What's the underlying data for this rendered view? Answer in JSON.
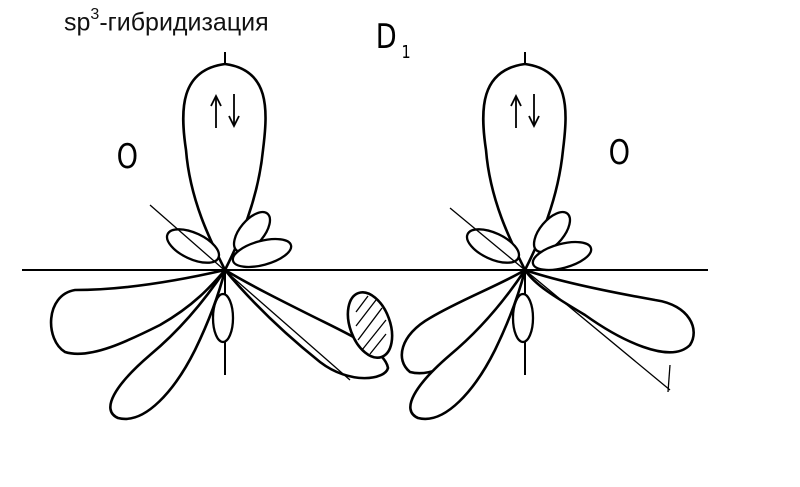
{
  "title": {
    "main": "sp",
    "superscript": "3",
    "suffix": "-гибридизация"
  },
  "labels": {
    "top_mark": "D",
    "top_mark_sub": "1",
    "left_orbital": "O",
    "right_orbital": "O"
  },
  "electron_pairs": [
    {
      "up": "↑",
      "down": "↓"
    },
    {
      "up": "↑",
      "down": "↓"
    }
  ],
  "colors": {
    "stroke": "#000000",
    "background": "#ffffff"
  }
}
